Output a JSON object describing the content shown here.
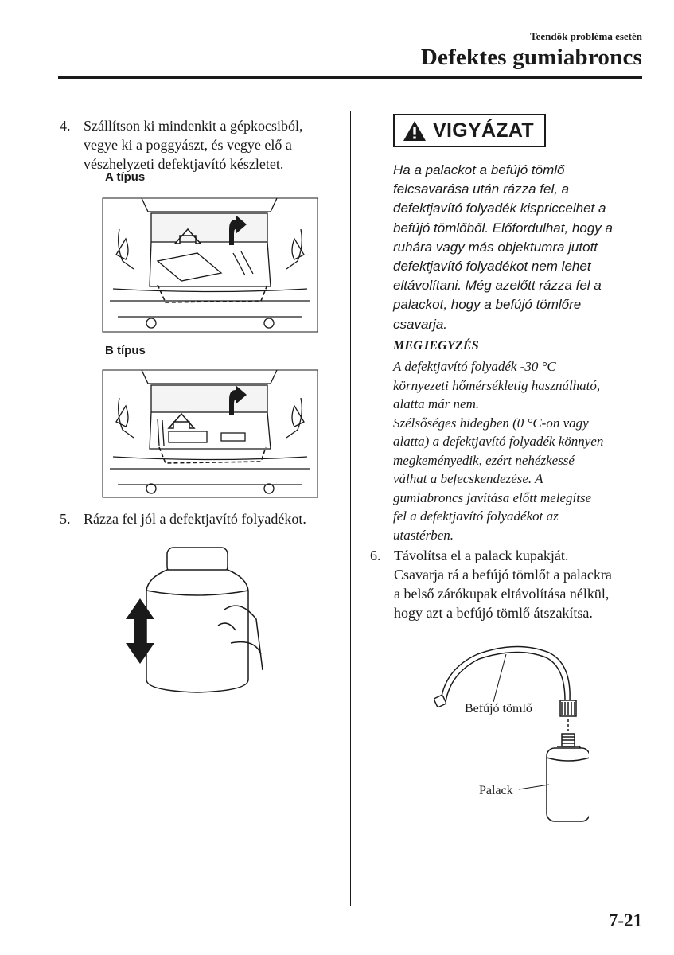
{
  "header": {
    "section": "Teendők probléma esetén",
    "title": "Defektes gumiabroncs"
  },
  "steps": {
    "s4": {
      "num": "4.",
      "lines": [
        "Szállítson ki mindenkit a gépkocsiból,",
        "vegye ki a poggyászt, és vegye elő a",
        "vészhelyzeti defektjavító készletet."
      ]
    },
    "type_a": "A típus",
    "type_b": "B típus",
    "s5": {
      "num": "5.",
      "text": "Rázza fel jól a defektjavító folyadékot."
    },
    "s6": {
      "num": "6.",
      "lines": [
        "Távolítsa el a palack kupakját.",
        "Csavarja rá a befújó tömlőt a palackra",
        "a belső zárókupak eltávolítása nélkül,",
        "hogy azt a befújó tömlő átszakítsa."
      ]
    }
  },
  "caution": {
    "title": "VIGYÁZAT",
    "lines": [
      "Ha a palackot a befújó tömlő",
      "felcsavarása után rázza fel, a",
      "defektjavító folyadék kispriccelhet a",
      "befújó tömlőből. Előfordulhat, hogy a",
      "ruhára vagy más objektumra jutott",
      "defektjavító folyadékot nem lehet",
      "eltávolítani. Még azelőtt rázza fel a",
      "palackot, hogy a befújó tömlőre",
      "csavarja."
    ]
  },
  "note": {
    "title": "MEGJEGYZÉS",
    "lines": [
      "A defektjavító folyadék -30 °C",
      "környezeti hőmérsékletig használható,",
      "alatta már nem.",
      "Szélsőséges hidegben (0 °C-on vagy",
      "alatta) a defektjavító folyadék könnyen",
      "megkeményedik, ezért nehézkessé",
      "válhat a befecskendezése. A",
      "gumiabroncs javítása előtt melegítse",
      "fel a defektjavító folyadékot az",
      "utastérben."
    ]
  },
  "diagram": {
    "hose_label": "Befújó tömlő",
    "bottle_label": "Palack"
  },
  "page_number": "7-21",
  "colors": {
    "ink": "#1a1a1a",
    "paper": "#ffffff"
  },
  "icons": {
    "warning": "warning-triangle-icon"
  }
}
